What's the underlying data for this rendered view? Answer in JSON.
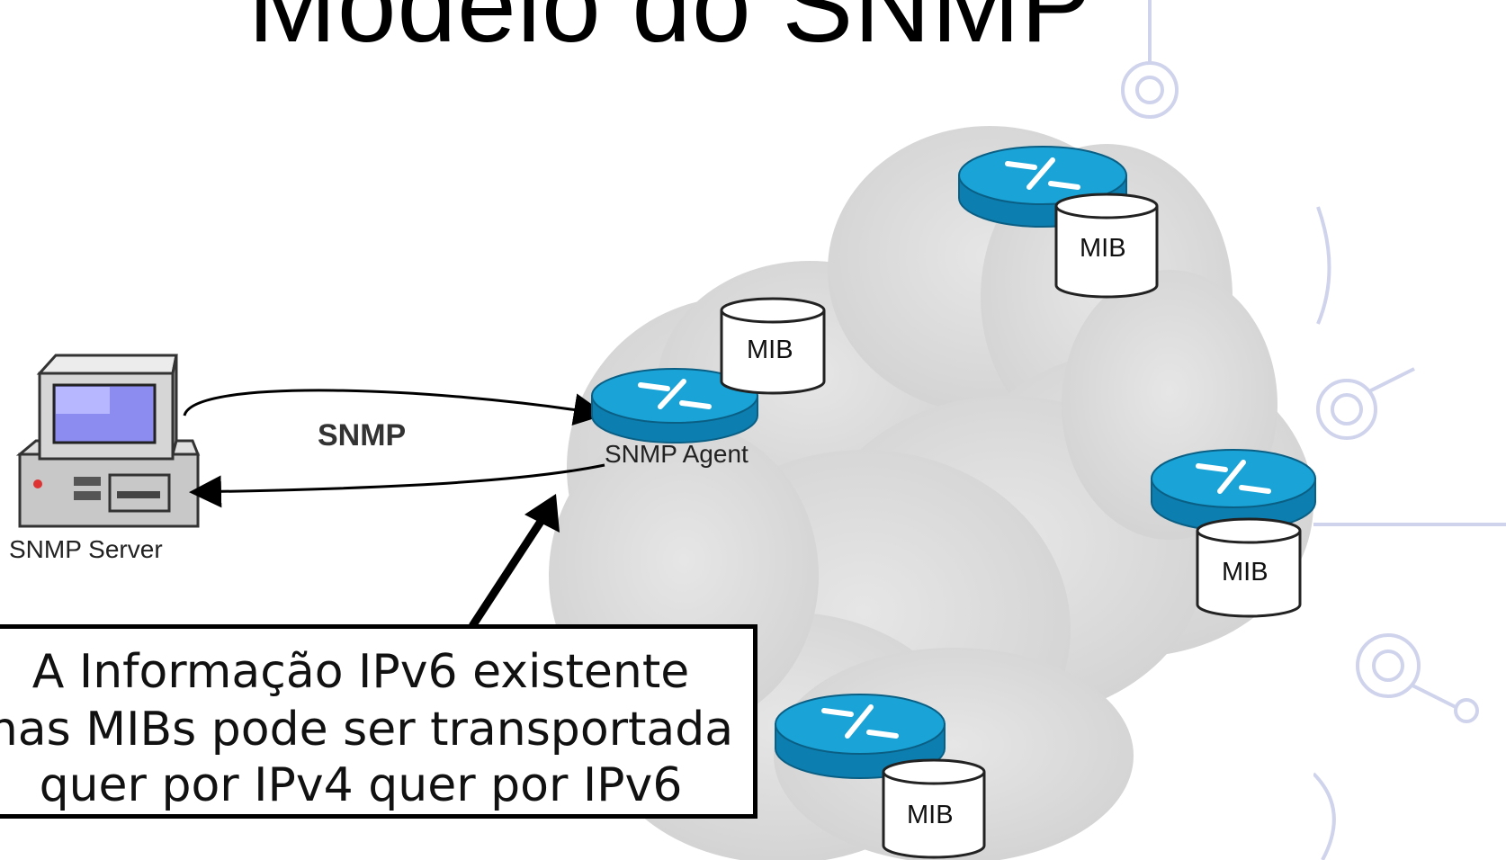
{
  "title": "Modelo do SNMP",
  "arrow_label": "SNMP",
  "server": {
    "label": "SNMP Server"
  },
  "agent": {
    "label": "SNMP Agent",
    "mib": "MIB"
  },
  "routers": [
    {
      "mib": "MIB"
    },
    {
      "mib": "MIB"
    },
    {
      "mib": "MIB"
    }
  ],
  "note": {
    "line1": "A Informação IPv6 existente",
    "line2": "nas MIBs pode ser transportada",
    "line3": "quer por IPv4 quer por IPv6"
  },
  "colors": {
    "router_top": "#1aa3d6",
    "router_side": "#0c7fb0",
    "cloud": "#dcdcdc",
    "watermark": "#cfd3ec"
  }
}
